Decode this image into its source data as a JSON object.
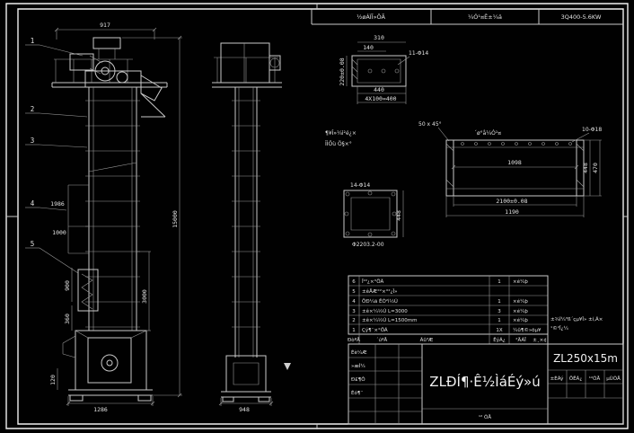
{
  "meta": {
    "background": "#010101",
    "line_color": "#c9c9c9",
    "frame_color": "#f0f0f0",
    "text_color": "#e2e2e2"
  },
  "header_band": {
    "pos_label": "½øÁÏÎ»ÖÃ",
    "time_label": "¼Ó¹¤Ê±¼ä",
    "spec_label": "3Q400-5.6KW"
  },
  "front_view": {
    "balloon_1": "1",
    "balloon_2": "2",
    "balloon_3": "3",
    "balloon_4": "4",
    "balloon_5": "5",
    "dim_top_width": "917",
    "dim_total_height": "15000",
    "dim_mid_a": "1986",
    "dim_mid_b": "1000",
    "dim_lower": "3000",
    "dim_boot_a": "900",
    "dim_boot_b": "360",
    "dim_foot": "120",
    "dim_base": "1286"
  },
  "side_view": {
    "dim_base": "948"
  },
  "channel_detail": {
    "dim_width": "310",
    "dim_inner": "140",
    "holes_label": "11-Φ14",
    "dim_height": "220±0.08",
    "dim_bottom": "440",
    "dim_pitch": "4X100=400"
  },
  "notes": {
    "caption_line1": "¶¥Î»¼ì²é¿×",
    "caption_line2": "ÎÌÖù Ö§×°",
    "chamfer": "50 x 45°",
    "machining": "´ø°å¼Ó¹¤"
  },
  "body_detail": {
    "holes_label": "10-Φ18",
    "dim_inner": "1098",
    "dim_length": "2100±0.08",
    "dim_outer": "1190",
    "dim_h1": "448",
    "dim_h2": "470"
  },
  "flange_detail": {
    "holes_label": "14-Φ14",
    "dim_side": "448",
    "dim_bore": "Φ2203.2-00"
  },
  "parts_table": {
    "rows": [
      {
        "no": "6",
        "name": "Î²²¿×°ÖÃ",
        "qty": "1",
        "note": "×é¼þ"
      },
      {
        "no": "5",
        "name": "±êÅÆ°²×°²¿Î»",
        "qty": "",
        "note": ""
      },
      {
        "no": "4",
        "name": "ÖÐ¼ä ÊÓ²ì½Ú",
        "qty": "1",
        "note": "×é¼þ"
      },
      {
        "no": "3",
        "name": "±ê×¼½Ú L=3000",
        "qty": "3",
        "note": "×é¼þ"
      },
      {
        "no": "2",
        "name": "±ê×¼½Ú L=1500mm",
        "qty": "1",
        "note": "×é¼þ"
      },
      {
        "no": "1",
        "name": "Çý¶¯×°ÖÃ",
        "qty": "1X",
        "note": "¼û¶©»õµ¥"
      }
    ],
    "col_headers": [
      "ÐòºÅ",
      "´úºÅ",
      "Ãû³Æ",
      "ÊýÁ¿",
      "²ÄÁÏ",
      "±¸×¢"
    ],
    "side_note_1": "±¾Í¼³ß´çµ¥Î» ±í,Ã×",
    "side_note_2": "¹©²Î¿¼"
  },
  "title_block": {
    "sig_label_1": "Éè¼Æ",
    "sig_label_2": "»æÍ¼",
    "sig_label_3": "Ð£¶Ô",
    "sig_label_4": "Éó¶¨",
    "title": "ZLÐÍ¶·Ê½ÌáÉý»ú",
    "model": "ZL250x15m",
    "mini_label_1": "±ÈÀý",
    "mini_label_2": "ÖÊÁ¿",
    "mini_label_3": "¹²ÕÅ",
    "mini_label_4": "µÚÕÅ",
    "sheet_note": "¹²  ÕÅ"
  }
}
